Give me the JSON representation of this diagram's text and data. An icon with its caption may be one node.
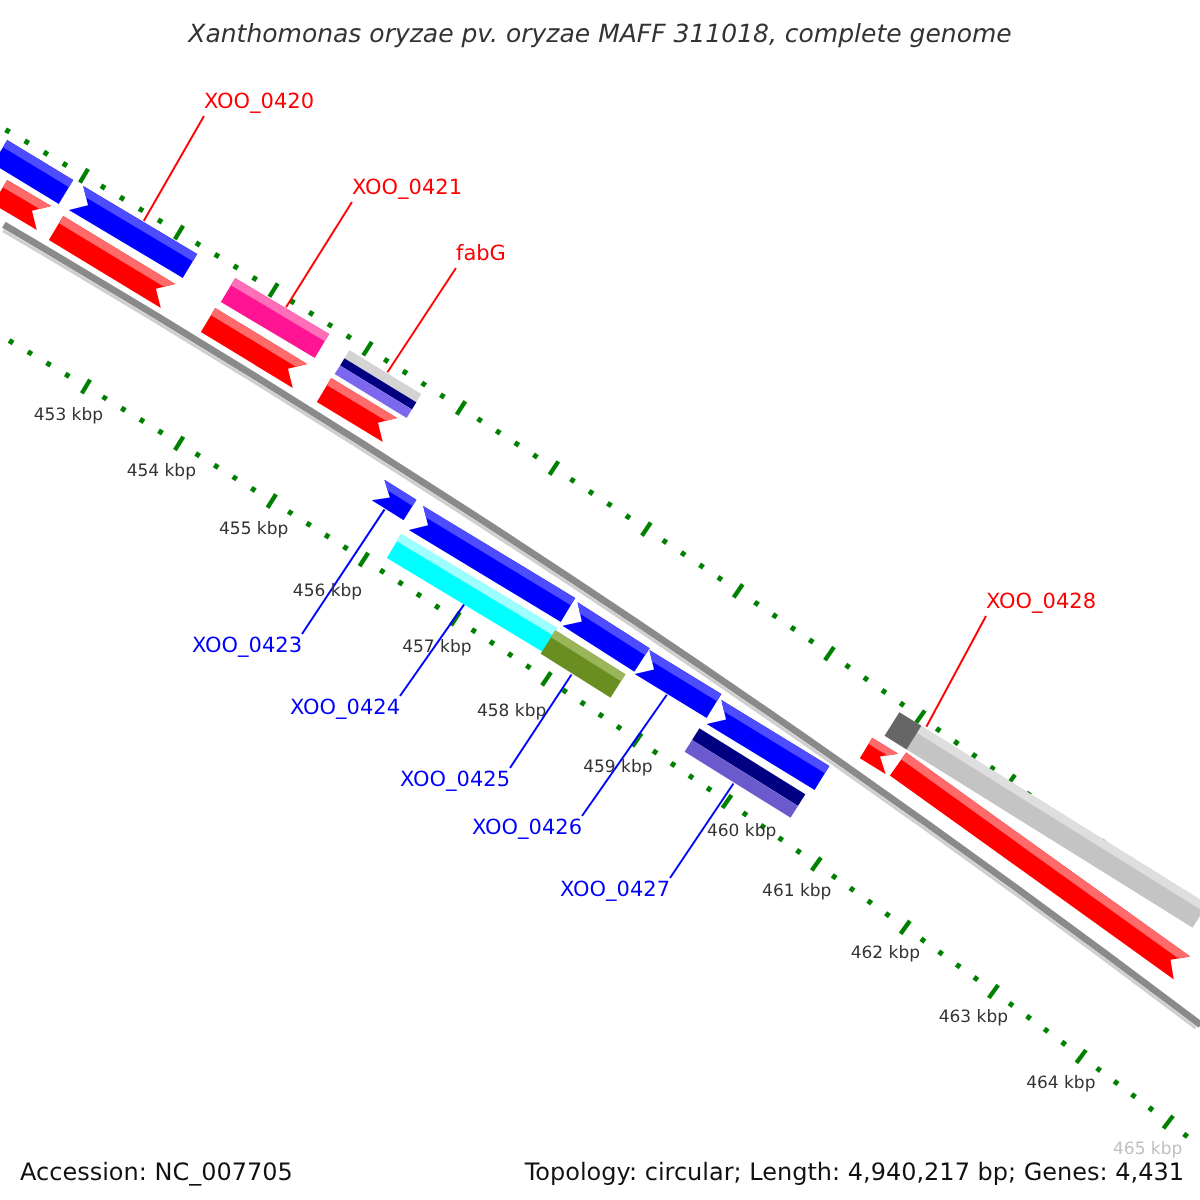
{
  "diagram": {
    "title": "Xanthomonas oryzae pv. oryzae MAFF 311018, complete genome",
    "nodes": [
      {
        "text": [
          "XOO_0420"
        ]
      },
      {
        "text": [
          "XOO_0421"
        ]
      },
      {
        "text": [
          "fabG"
        ]
      },
      {
        "text": [
          "XOO_0428"
        ]
      },
      {
        "text": [
          "XOO_0423"
        ]
      },
      {
        "text": [
          "XOO_0424"
        ]
      },
      {
        "text": [
          "XOO_0425"
        ]
      },
      {
        "text": [
          "XOO_0426"
        ]
      },
      {
        "text": [
          "XOO_0427"
        ]
      },
      {
        "text": [],
        "shape": "bar"
      },
      {
        "text": [],
        "shape": "bar"
      },
      {
        "text": [],
        "shape": "bar"
      },
      {
        "text": [],
        "shape": "bar"
      },
      {
        "text": [],
        "shape": "bar"
      },
      {
        "text": [],
        "shape": "bar"
      },
      {
        "text": [],
        "shape": "bar"
      },
      {
        "text": [],
        "shape": "bar"
      },
      {
        "text": [],
        "shape": "bar"
      },
      {
        "text": [],
        "shape": "bar"
      },
      {
        "text": [],
        "shape": "bar"
      },
      {
        "text": [],
        "shape": "bar"
      },
      {
        "text": [],
        "shape": "bar"
      },
      {
        "text": [],
        "shape": "bar"
      },
      {
        "text": [],
        "shape": "bar"
      },
      {
        "text": [],
        "shape": "bar"
      },
      {
        "text": [],
        "shape": "bar"
      },
      {
        "text": [],
        "shape": "bar"
      },
      {
        "text": [],
        "shape": "bar"
      }
    ],
    "edges": [
      {
        "from": 0,
        "to": 12,
        "arrow": "none",
        "color": "#ff0000"
      },
      {
        "from": 1,
        "to": 14,
        "arrow": "none",
        "color": "#ff0000"
      },
      {
        "from": 2,
        "to": 16,
        "arrow": "none",
        "color": "#ff0000"
      },
      {
        "from": 3,
        "to": 26,
        "arrow": "none",
        "color": "#ff0000"
      },
      {
        "from": 4,
        "to": 17,
        "arrow": "none"
      },
      {
        "from": 5,
        "to": 18,
        "arrow": "none"
      },
      {
        "from": 6,
        "to": 20,
        "arrow": "none"
      },
      {
        "from": 7,
        "to": 22,
        "arrow": "none"
      },
      {
        "from": 8,
        "to": 23,
        "arrow": "none"
      }
    ],
    "labels": [
      "453 kbp",
      "454 kbp",
      "455 kbp",
      "456 kbp",
      "457 kbp",
      "458 kbp",
      "459 kbp",
      "460 kbp",
      "461 kbp",
      "462 kbp",
      "463 kbp",
      "464 kbp",
      "465 kbp",
      "Accession: NC_007705",
      "Topology: circular; Length: 4,940,217 bp; Genes: 4,431"
    ]
  }
}
